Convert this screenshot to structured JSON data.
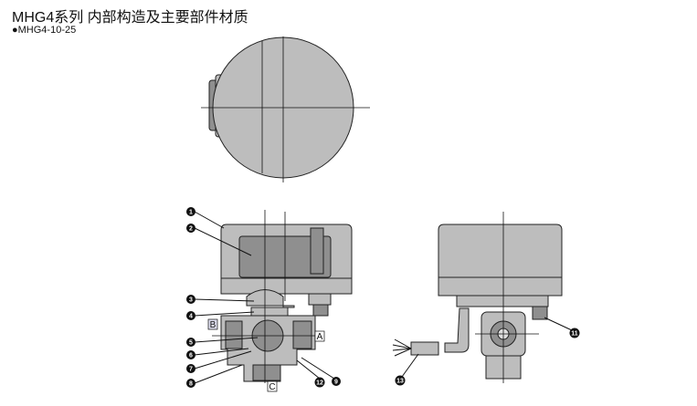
{
  "title": "MHG4系列  内部构造及主要部件材质",
  "subtitle": "●MHG4-10-25",
  "ports": {
    "a": "A",
    "b": "B",
    "c": "C"
  },
  "callouts": {
    "c1": "1",
    "c2": "2",
    "c3": "3",
    "c4": "4",
    "c5": "5",
    "c6": "6",
    "c7": "7",
    "c8": "8",
    "c9": "9",
    "c11": "11",
    "c12": "12",
    "c13": "13"
  }
}
